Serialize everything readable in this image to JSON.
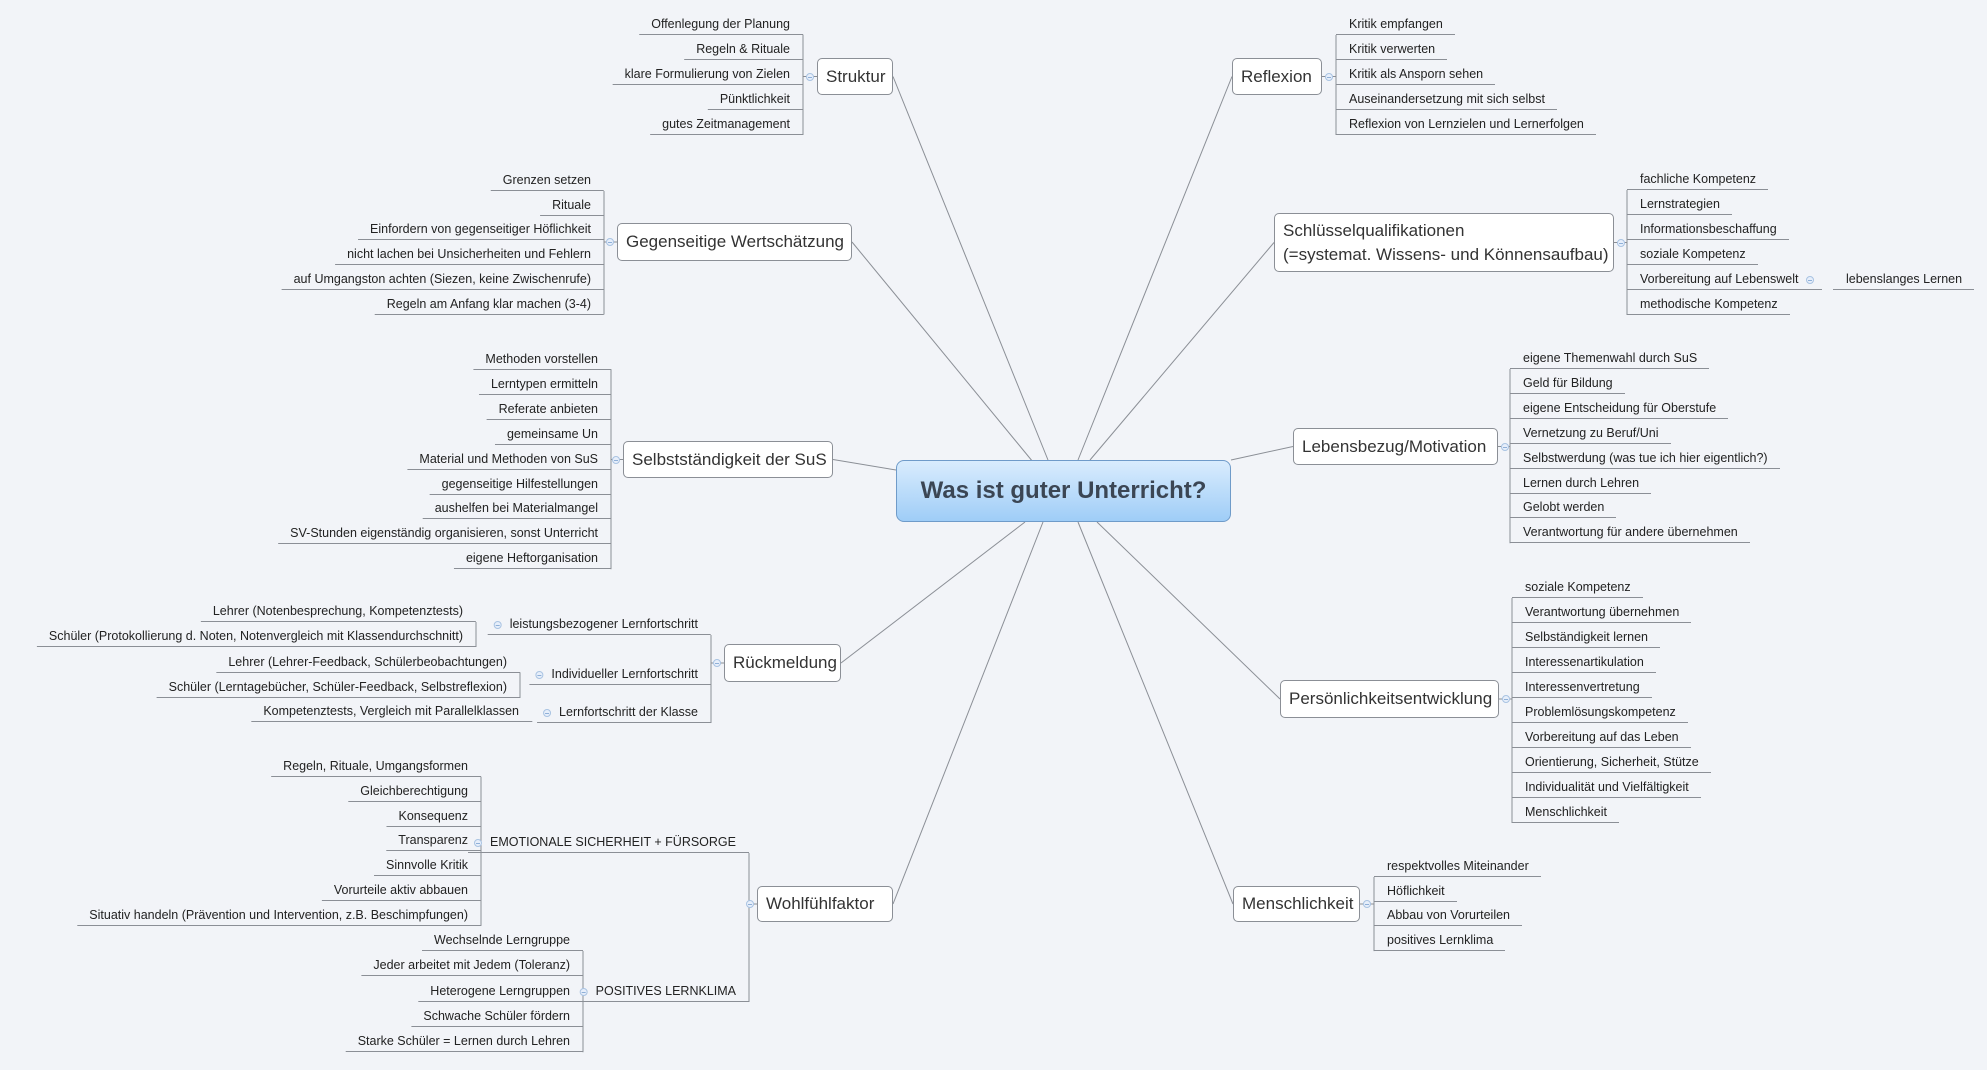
{
  "central": {
    "label": "Was ist guter Unterricht?",
    "fill_color": "#a9d4fa"
  },
  "branches": [
    {
      "id": "struktur",
      "label": "Struktur",
      "children": [
        {
          "label": "Offenlegung der Planung"
        },
        {
          "label": "Regeln & Rituale"
        },
        {
          "label": "klare Formulierung von Zielen"
        },
        {
          "label": "Pünktlichkeit"
        },
        {
          "label": "gutes Zeitmanagement"
        }
      ]
    },
    {
      "id": "wertschaetzung",
      "label": "Gegenseitige Wertschätzung",
      "children": [
        {
          "label": "Grenzen setzen"
        },
        {
          "label": "Rituale"
        },
        {
          "label": "Einfordern von gegenseitiger Höflichkeit"
        },
        {
          "label": "nicht lachen bei Unsicherheiten und Fehlern"
        },
        {
          "label": "auf Umgangston achten (Siezen, keine Zwischenrufe)"
        },
        {
          "label": "Regeln am Anfang klar machen (3-4)"
        }
      ]
    },
    {
      "id": "selbststaendigkeit",
      "label": "Selbstständigkeit der SuS",
      "children": [
        {
          "label": "Methoden vorstellen"
        },
        {
          "label": "Lerntypen ermitteln"
        },
        {
          "label": "Referate anbieten"
        },
        {
          "label": "gemeinsame Un"
        },
        {
          "label": "Material und Methoden von SuS"
        },
        {
          "label": "gegenseitige Hilfestellungen"
        },
        {
          "label": "aushelfen bei Materialmangel"
        },
        {
          "label": "SV-Stunden eigenständig organisieren, sonst Unterricht"
        },
        {
          "label": "eigene Heftorganisation"
        }
      ]
    },
    {
      "id": "rueckmeldung",
      "label": "Rückmeldung",
      "children": [
        {
          "label": "leistungsbezogener Lernfortschritt",
          "children": [
            {
              "label": "Lehrer (Notenbesprechung, Kompetenztests)"
            },
            {
              "label": "Schüler (Protokollierung d. Noten, Notenvergleich mit Klassendurchschnitt)"
            }
          ]
        },
        {
          "label": "Individueller Lernfortschritt",
          "children": [
            {
              "label": "Lehrer (Lehrer-Feedback, Schülerbeobachtungen)"
            },
            {
              "label": "Schüler (Lerntagebücher, Schüler-Feedback, Selbstreflexion)"
            }
          ]
        },
        {
          "label": "Lernfortschritt der Klasse",
          "children": [
            {
              "label": "Kompetenztests, Vergleich mit Parallelklassen"
            }
          ]
        }
      ]
    },
    {
      "id": "wohlfuehlfaktor",
      "label": "Wohlfühlfaktor",
      "children": [
        {
          "label": "EMOTIONALE SICHERHEIT + FÜRSORGE",
          "children": [
            {
              "label": "Regeln, Rituale, Umgangsformen"
            },
            {
              "label": "Gleichberechtigung"
            },
            {
              "label": "Konsequenz"
            },
            {
              "label": "Transparenz"
            },
            {
              "label": "Sinnvolle Kritik"
            },
            {
              "label": "Vorurteile aktiv abbauen"
            },
            {
              "label": "Situativ handeln (Prävention und Intervention, z.B. Beschimpfungen)"
            }
          ]
        },
        {
          "label": "POSITIVES LERNKLIMA",
          "children": [
            {
              "label": "Wechselnde Lerngruppe"
            },
            {
              "label": "Jeder arbeitet mit Jedem (Toleranz)"
            },
            {
              "label": "Heterogene Lerngruppen"
            },
            {
              "label": "Schwache Schüler fördern"
            },
            {
              "label": "Starke Schüler = Lernen durch Lehren"
            }
          ]
        }
      ]
    },
    {
      "id": "reflexion",
      "label": "Reflexion",
      "children": [
        {
          "label": "Kritik empfangen"
        },
        {
          "label": "Kritik verwerten"
        },
        {
          "label": "Kritik als Ansporn sehen"
        },
        {
          "label": "Auseinandersetzung mit sich selbst"
        },
        {
          "label": "Reflexion von Lernzielen und Lernerfolgen"
        }
      ]
    },
    {
      "id": "schluesselqualifikationen",
      "label": "Schlüsselqualifikationen\n(=systemat. Wissens- und Könnensaufbau)",
      "children": [
        {
          "label": "fachliche Kompetenz"
        },
        {
          "label": "Lernstrategien"
        },
        {
          "label": "Informationsbeschaffung"
        },
        {
          "label": "soziale Kompetenz"
        },
        {
          "label": "Vorbereitung auf Lebenswelt",
          "children": [
            {
              "label": "lebenslanges Lernen"
            }
          ]
        },
        {
          "label": "methodische Kompetenz"
        }
      ]
    },
    {
      "id": "lebensbezug",
      "label": "Lebensbezug/Motivation",
      "children": [
        {
          "label": "eigene Themenwahl durch SuS"
        },
        {
          "label": "Geld für Bildung"
        },
        {
          "label": "eigene Entscheidung für Oberstufe"
        },
        {
          "label": "Vernetzung zu Beruf/Uni"
        },
        {
          "label": "Selbstwerdung (was tue ich hier eigentlich?)"
        },
        {
          "label": "Lernen durch Lehren"
        },
        {
          "label": "Gelobt werden"
        },
        {
          "label": "Verantwortung für andere übernehmen"
        }
      ]
    },
    {
      "id": "persoenlichkeit",
      "label": "Persönlichkeitsentwicklung",
      "children": [
        {
          "label": "soziale Kompetenz"
        },
        {
          "label": "Verantwortung übernehmen"
        },
        {
          "label": "Selbständigkeit lernen"
        },
        {
          "label": "Interessenartikulation"
        },
        {
          "label": "Interessenvertretung"
        },
        {
          "label": "Problemlösungskompetenz"
        },
        {
          "label": "Vorbereitung auf das Leben"
        },
        {
          "label": "Orientierung, Sicherheit, Stütze"
        },
        {
          "label": "Individualität und Vielfältigkeit"
        },
        {
          "label": "Menschlichkeit"
        }
      ]
    },
    {
      "id": "menschlichkeit",
      "label": "Menschlichkeit",
      "children": [
        {
          "label": "respektvolles Miteinander"
        },
        {
          "label": "Höflichkeit"
        },
        {
          "label": "Abbau von Vorurteilen"
        },
        {
          "label": "positives Lernklima"
        }
      ]
    }
  ]
}
